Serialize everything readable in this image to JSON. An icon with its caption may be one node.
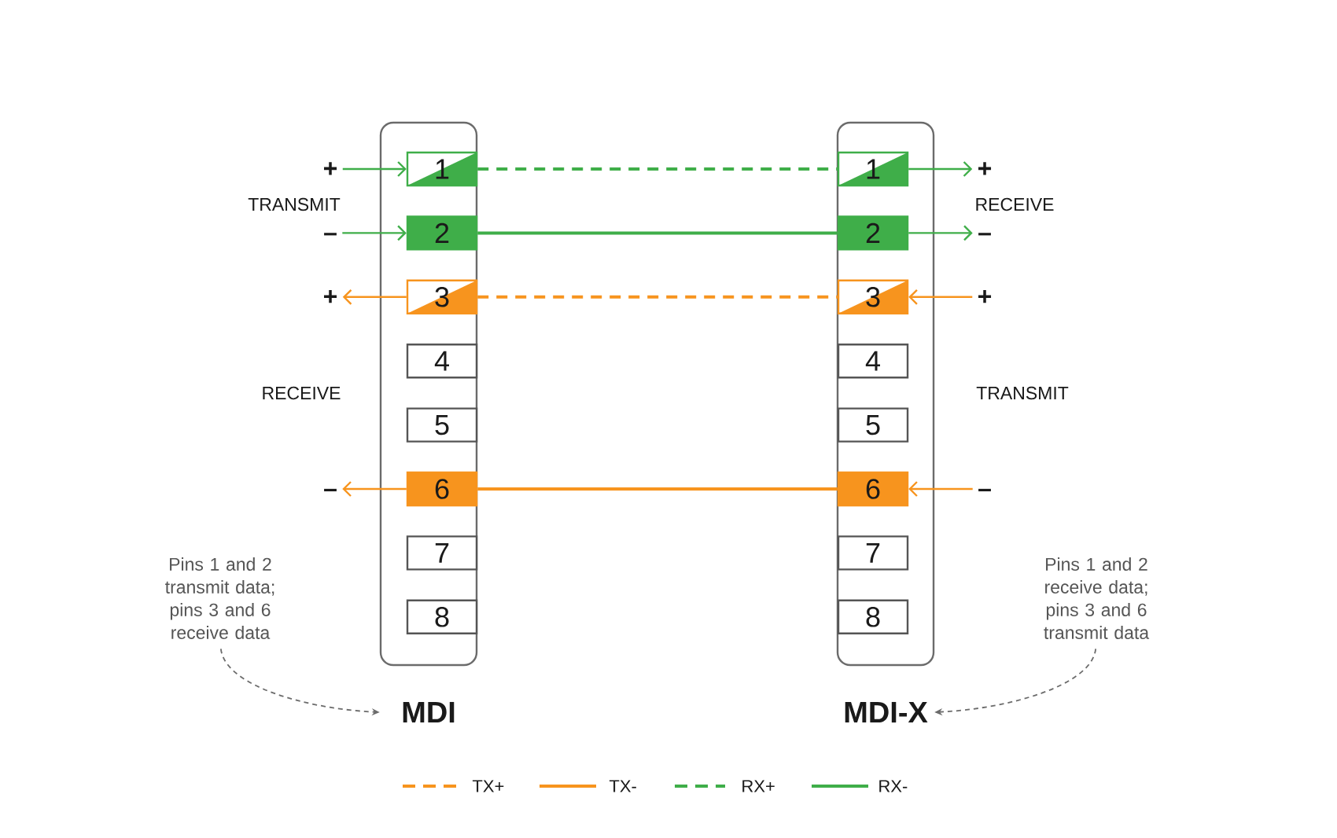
{
  "diagram": {
    "nodes": [
      {
        "text": [
          "MDI"
        ]
      },
      {
        "text": [
          "1"
        ],
        "in": 0
      },
      {
        "text": [
          "2"
        ],
        "in": 0
      },
      {
        "text": [
          "3"
        ],
        "in": 0
      },
      {
        "text": [
          "4"
        ],
        "in": 0
      },
      {
        "text": [
          "5"
        ],
        "in": 0
      },
      {
        "text": [
          "6"
        ],
        "in": 0
      },
      {
        "text": [
          "7"
        ],
        "in": 0
      },
      {
        "text": [
          "8"
        ],
        "in": 0
      },
      {
        "text": [
          "MDI-X"
        ]
      },
      {
        "text": [
          "1"
        ],
        "in": 9
      },
      {
        "text": [
          "2"
        ],
        "in": 9
      },
      {
        "text": [
          "3"
        ],
        "in": 9
      },
      {
        "text": [
          "4"
        ],
        "in": 9
      },
      {
        "text": [
          "5"
        ],
        "in": 9
      },
      {
        "text": [
          "6"
        ],
        "in": 9
      },
      {
        "text": [
          "7"
        ],
        "in": 9
      },
      {
        "text": [
          "8"
        ],
        "in": 9
      },
      {
        "text": [
          "+"
        ]
      },
      {
        "text": [
          "–"
        ]
      },
      {
        "text": [
          "+"
        ]
      },
      {
        "text": [
          "–"
        ]
      },
      {
        "text": [
          "+"
        ]
      },
      {
        "text": [
          "–"
        ]
      },
      {
        "text": [
          "+"
        ]
      },
      {
        "text": [
          "–"
        ]
      },
      {
        "text": [
          "Pins 1 and 2 transmit data; pins 3 and 6 receive data"
        ]
      },
      {
        "text": [
          "Pins 1 and 2 receive data; pins 3 and 6 transmit data"
        ]
      }
    ],
    "edges": [
      {
        "from": 1,
        "to": 10,
        "arrow": "none",
        "style": "dashed",
        "color": "#3fae49"
      },
      {
        "from": 2,
        "to": 11,
        "arrow": "none",
        "color": "#3fae49"
      },
      {
        "from": 3,
        "to": 12,
        "arrow": "none",
        "style": "dashed",
        "color": "#f7941e"
      },
      {
        "from": 6,
        "to": 15,
        "arrow": "none",
        "color": "#f7941e"
      },
      {
        "from": 18,
        "to": 1,
        "arrow": "to",
        "color": "#3fae49"
      },
      {
        "from": 19,
        "to": 2,
        "arrow": "to",
        "color": "#3fae49"
      },
      {
        "from": 3,
        "to": 20,
        "arrow": "to",
        "color": "#f7941e"
      },
      {
        "from": 6,
        "to": 21,
        "arrow": "to",
        "color": "#f7941e"
      },
      {
        "from": 10,
        "to": 22,
        "arrow": "to",
        "color": "#3fae49"
      },
      {
        "from": 11,
        "to": 23,
        "arrow": "to",
        "color": "#3fae49"
      },
      {
        "from": 24,
        "to": 12,
        "arrow": "to",
        "color": "#f7941e"
      },
      {
        "from": 25,
        "to": 15,
        "arrow": "to",
        "color": "#f7941e"
      },
      {
        "from": 26,
        "to": 0,
        "arrow": "to",
        "style": "dashed",
        "color": "#6b6b6b"
      },
      {
        "from": 27,
        "to": 9,
        "arrow": "to",
        "style": "dashed",
        "color": "#6b6b6b"
      }
    ],
    "labels": [
      "TRANSMIT",
      "RECEIVE",
      "RECEIVE",
      "TRANSMIT"
    ],
    "legend": [
      {
        "text": "TX+"
      },
      {
        "text": "TX-"
      },
      {
        "text": "RX+"
      },
      {
        "text": "RX-"
      }
    ]
  }
}
